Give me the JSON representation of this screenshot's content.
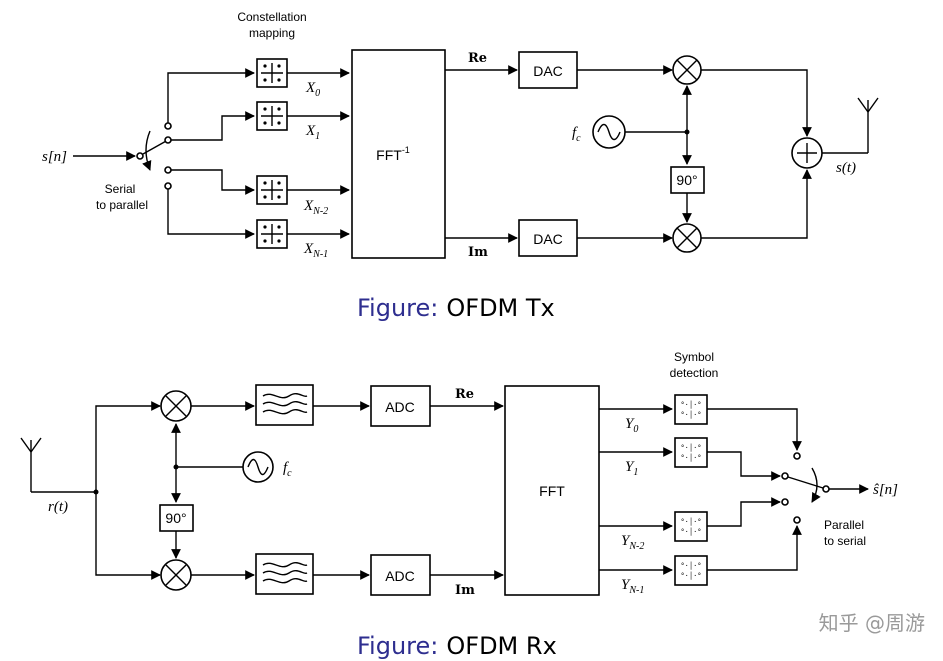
{
  "tx": {
    "constellation_label_1": "Constellation",
    "constellation_label_2": "mapping",
    "input_label": "s[n]",
    "serial_label_1": "Serial",
    "serial_label_2": "to parallel",
    "ifft_label": "FFT",
    "ifft_sup": "-1",
    "re_label": "Re",
    "im_label": "Im",
    "dac_label": "DAC",
    "fc_label": "f",
    "fc_sub": "c",
    "phase_label": "90°",
    "output_label": "s(t)",
    "x_labels": [
      {
        "base": "X",
        "sub": "0"
      },
      {
        "base": "X",
        "sub": "1"
      },
      {
        "base": "X",
        "sub": "N-2"
      },
      {
        "base": "X",
        "sub": "N-1"
      }
    ],
    "caption_prefix": "Figure:",
    "caption_title": "OFDM Tx"
  },
  "rx": {
    "symbol_label_1": "Symbol",
    "symbol_label_2": "detection",
    "input_label": "r(t)",
    "adc_label": "ADC",
    "fc_label": "f",
    "fc_sub": "c",
    "phase_label": "90°",
    "re_label": "Re",
    "im_label": "Im",
    "fft_label": "FFT",
    "output_label": "ŝ[n]",
    "parallel_label_1": "Parallel",
    "parallel_label_2": "to serial",
    "y_labels": [
      {
        "base": "Y",
        "sub": "0"
      },
      {
        "base": "Y",
        "sub": "1"
      },
      {
        "base": "Y",
        "sub": "N-2"
      },
      {
        "base": "Y",
        "sub": "N-1"
      }
    ],
    "caption_prefix": "Figure:",
    "caption_title": "OFDM Rx"
  },
  "watermark": "知乎 @周游"
}
